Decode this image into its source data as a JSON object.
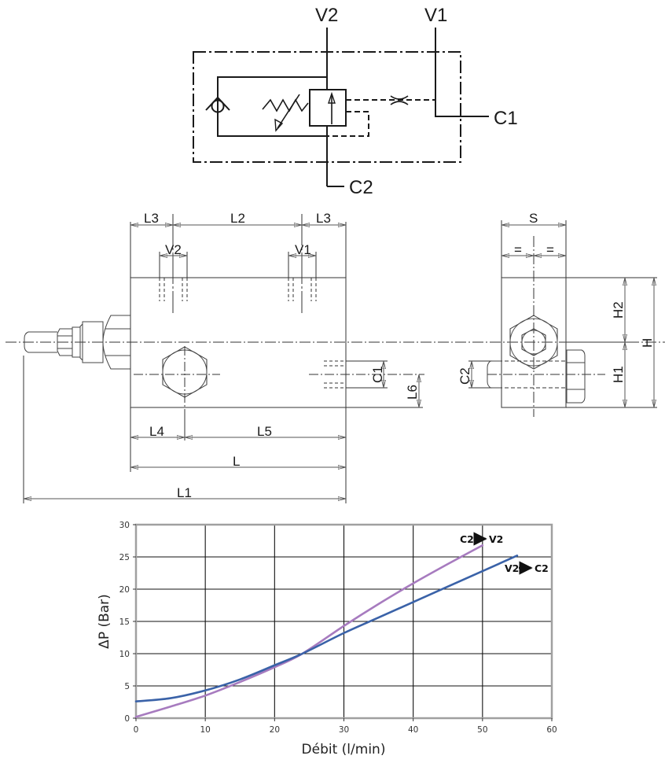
{
  "schematic": {
    "ports": {
      "v2": "V2",
      "v1": "V1",
      "c1": "C1",
      "c2": "C2"
    }
  },
  "front_view": {
    "dimensions": {
      "l3_left": "L3",
      "l2": "L2",
      "l3_right": "L3",
      "v2": "V2",
      "v1": "V1",
      "l4": "L4",
      "l5": "L5",
      "l": "L",
      "l1": "L1",
      "c1": "C1",
      "l6": "L6"
    }
  },
  "side_view": {
    "dimensions": {
      "s": "S",
      "eq_left": "=",
      "eq_right": "=",
      "h2": "H2",
      "h1": "H1",
      "h": "H",
      "c2": "C2"
    }
  },
  "colors": {
    "series_c2_v2": "#a77bbf",
    "series_v2_c2": "#3a62a8",
    "grid": "#111111",
    "frame": "#a0a0a0"
  },
  "chart_data": {
    "type": "line",
    "title": "",
    "xlabel": "Débit (l/min)",
    "ylabel": "ΔP (Bar)",
    "xlim": [
      0,
      60
    ],
    "ylim": [
      0,
      30
    ],
    "grid": true,
    "x_ticks": [
      "0",
      "10",
      "20",
      "30",
      "40",
      "50",
      "60"
    ],
    "y_ticks": [
      "0",
      "5",
      "10",
      "15",
      "20",
      "25",
      "30"
    ],
    "legend": "inline annotations at line ends",
    "series": [
      {
        "name": "C2→V2",
        "label_from": "C2",
        "label_to": "V2",
        "color": "#a77bbf",
        "x": [
          0,
          5,
          10,
          15,
          20,
          24,
          30,
          35,
          40,
          45,
          50
        ],
        "y": [
          0.2,
          1.8,
          3.5,
          5.6,
          7.9,
          10.0,
          14.3,
          17.7,
          20.9,
          23.9,
          26.8
        ]
      },
      {
        "name": "V2→C2",
        "label_from": "V2",
        "label_to": "C2",
        "color": "#3a62a8",
        "x": [
          0,
          5,
          10,
          15,
          20,
          24,
          30,
          35,
          40,
          45,
          50,
          55
        ],
        "y": [
          2.6,
          3.1,
          4.3,
          6.0,
          8.2,
          10.0,
          13.2,
          15.6,
          18.0,
          20.4,
          22.8,
          25.2
        ]
      }
    ]
  }
}
